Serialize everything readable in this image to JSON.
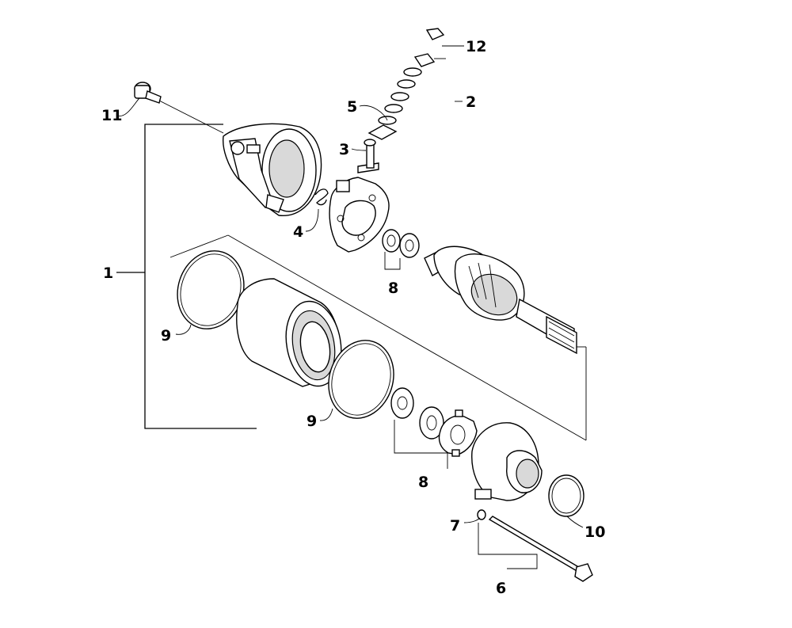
{
  "callouts": {
    "c1": "1",
    "c2": "2",
    "c3": "3",
    "c4": "4",
    "c5": "5",
    "c6": "6",
    "c7": "7",
    "c8a": "8",
    "c8b": "8",
    "c9a": "9",
    "c9b": "9",
    "c10": "10",
    "c11": "11",
    "c12": "12"
  }
}
